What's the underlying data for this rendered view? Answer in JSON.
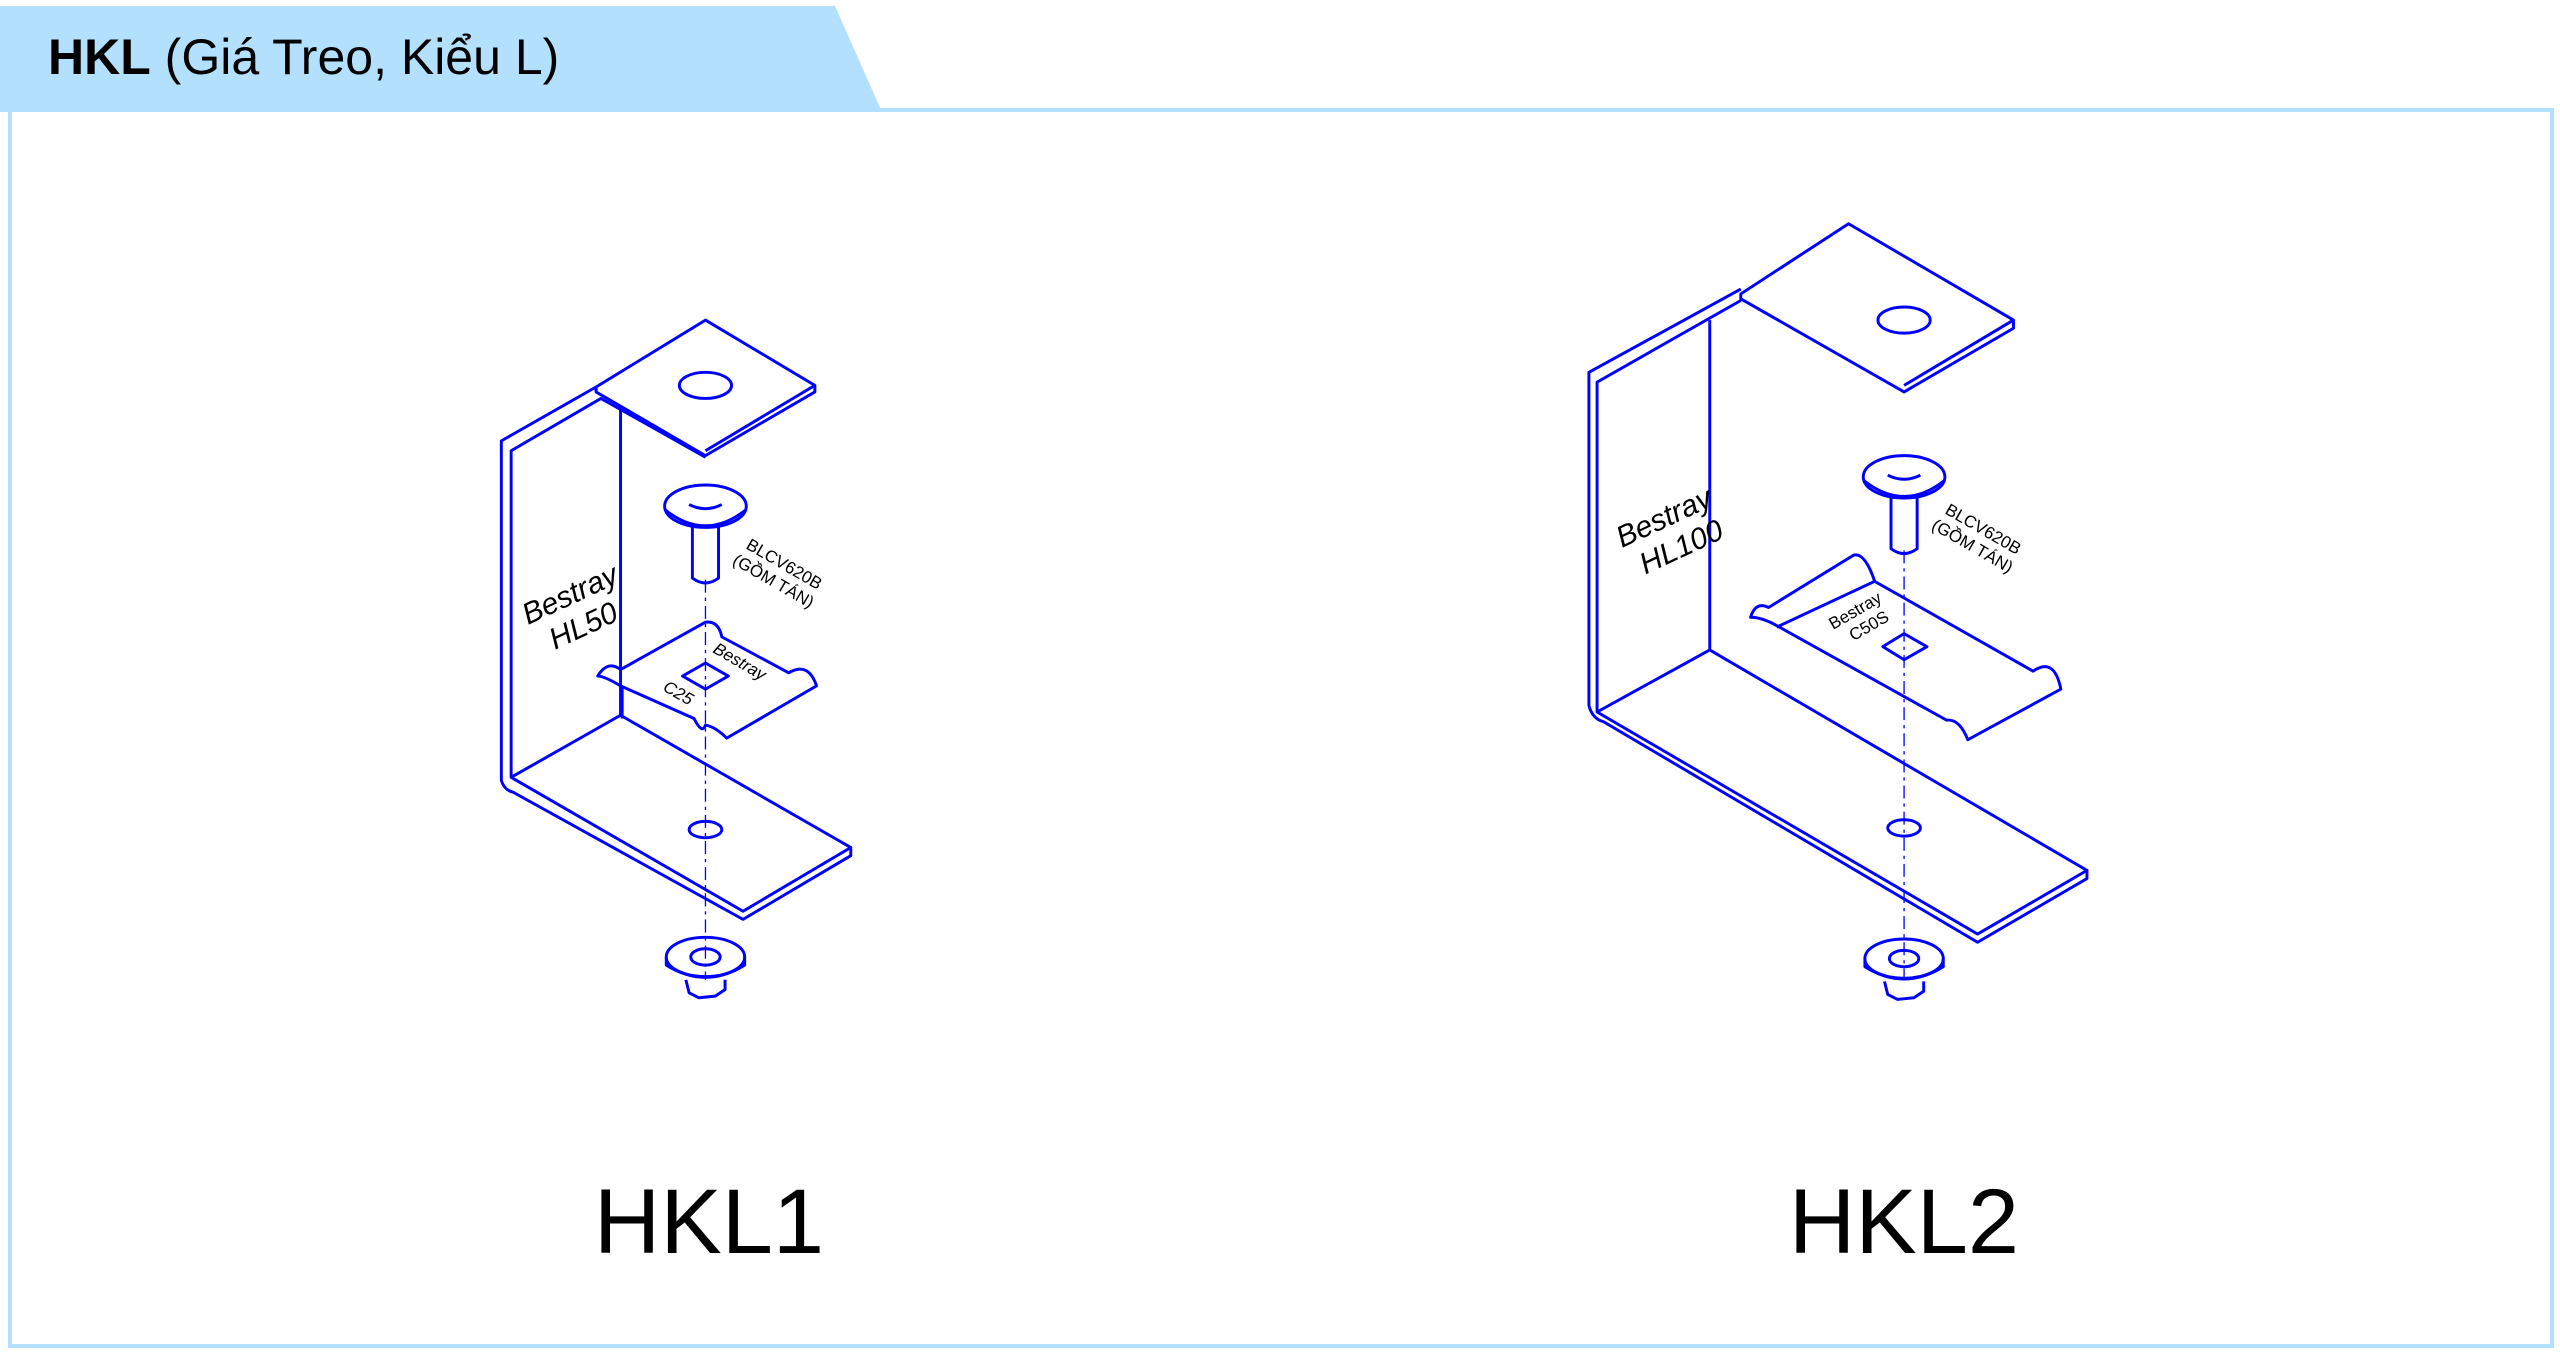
{
  "header": {
    "code": "HKL",
    "subtitle": "(Giá Treo, Kiểu L)"
  },
  "colors": {
    "accent": "#b3e0fd",
    "line": "#0000ff"
  },
  "items": [
    {
      "label": "HKL1",
      "bracket_text": [
        "Bestray",
        "HL50"
      ],
      "channel_text": [
        "Bestray",
        "C25"
      ],
      "bolt_text": [
        "BLCV620B",
        "(GỒM TÁN)"
      ]
    },
    {
      "label": "HKL2",
      "bracket_text": [
        "Bestray",
        "HL100"
      ],
      "channel_text": [
        "Bestray",
        "C50S"
      ],
      "bolt_text": [
        "BLCV620B",
        "(GỒM TÁN)"
      ]
    }
  ]
}
